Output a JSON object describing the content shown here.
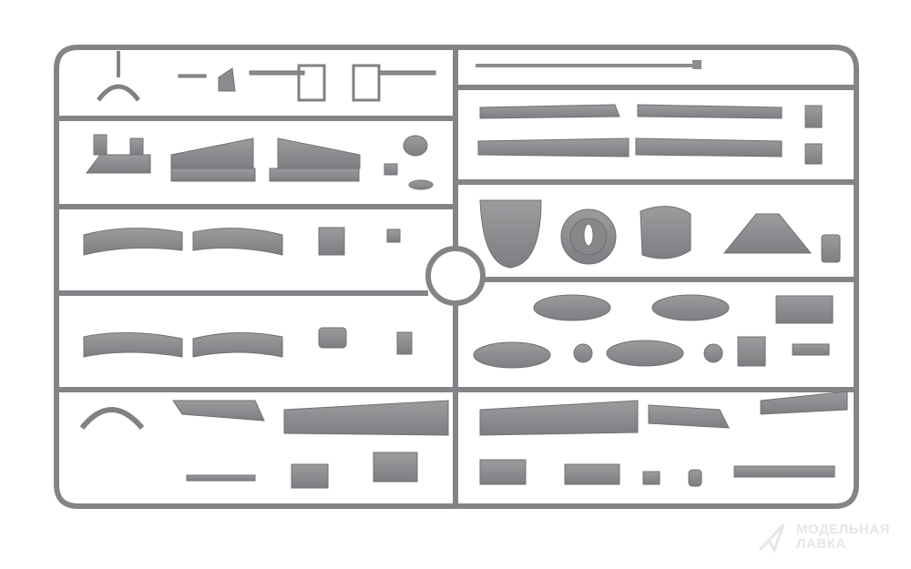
{
  "image": {
    "subject": "Plastic model kit sprue (grey parts tree)",
    "background_color": "#ffffff",
    "plastic_color": "#8c8e90",
    "frame_color": "#7f8184"
  },
  "watermark": {
    "line1": "МОДЕЛЬНАЯ",
    "line2": "ЛАВКА",
    "icon": "paper-plane-logo-icon"
  }
}
